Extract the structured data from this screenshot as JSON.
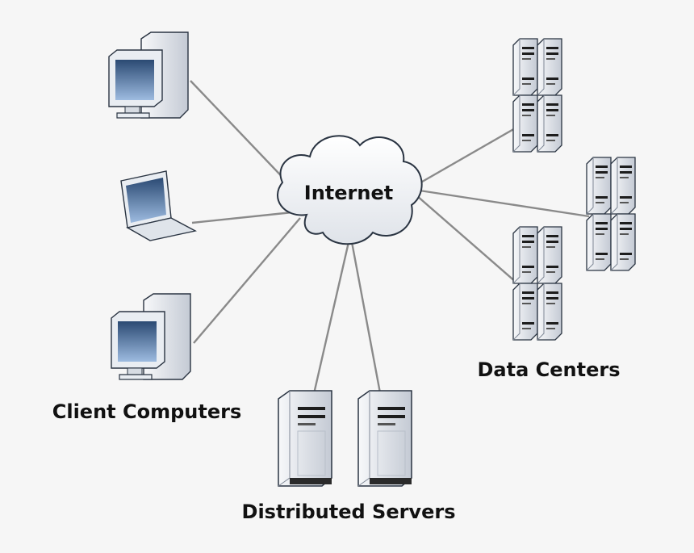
{
  "cloud": {
    "label": "Internet"
  },
  "groups": {
    "clients": {
      "label": "Client Computers"
    },
    "servers": {
      "label": "Distributed Servers"
    },
    "datacenters": {
      "label": "Data Centers"
    }
  },
  "colors": {
    "background": "#f6f6f6",
    "link": "#8a8a8a",
    "device_light": "#eef1f5",
    "device_mid": "#c9d0da",
    "device_outline": "#2a3442",
    "screen_dark": "#223a5a",
    "screen_light": "#8fb1d6"
  }
}
